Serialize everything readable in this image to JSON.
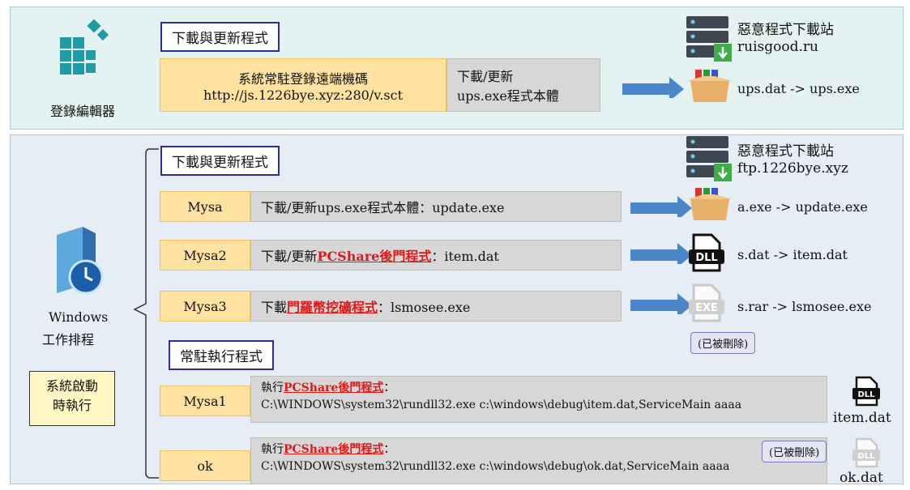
{
  "top": {
    "section_title": "下載與更新程式",
    "registry_label": "登錄編輯器",
    "resident_line1": "系統常駐登錄遠端機碼",
    "resident_line2": "http://js.1226bye.xyz:280/v.sct",
    "download_line1": "下載/更新",
    "download_line2": "ups.exe程式本體",
    "site_label": "惡意程式下載站",
    "site_domain": "ruisgood.ru",
    "file_result": "ups.dat -> ups.exe"
  },
  "bottom": {
    "section_title": "下載與更新程式",
    "site_label": "惡意程式下載站",
    "site_domain": "ftp.1226bye.xyz",
    "windows_label1": "Windows",
    "windows_label2": "工作排程",
    "startup_line1": "系統啟動",
    "startup_line2": "時執行",
    "tasks": [
      {
        "name": "Mysa",
        "pre": "下載/更新ups.exe程式本體：update.exe",
        "red": "",
        "post": "",
        "result": "a.exe -> update.exe"
      },
      {
        "name": "Mysa2",
        "pre": "下載/更新",
        "red": "PCShare後門程式",
        "post": "：item.dat",
        "result": "s.dat -> item.dat"
      },
      {
        "name": "Mysa3",
        "pre": "下載",
        "red": "門羅幣挖礦程式",
        "post": "：lsmosee.exe",
        "result": "s.rar  -> lsmosee.exe"
      }
    ],
    "deleted_label": "(已被刪除)",
    "resident_title": "常駐執行程式",
    "resident_tasks": [
      {
        "name": "Mysa1",
        "exec_prefix": "執行",
        "red": "PCShare後門程式",
        "colon": "：",
        "cmd": "C:\\WINDOWS\\system32\\rundll32.exe c:\\windows\\debug\\item.dat,ServiceMain aaaa",
        "file": "item.dat"
      },
      {
        "name": "ok",
        "exec_prefix": "執行",
        "red": "PCShare後門程式",
        "colon": "：",
        "cmd": "C:\\WINDOWS\\system32\\rundll32.exe c:\\windows\\debug\\ok.dat,ServiceMain aaaa",
        "file": "ok.dat"
      }
    ],
    "deleted_label2": "(已被刪除)"
  },
  "icons": {
    "dll_text": "DLL",
    "exe_text": "EXE"
  },
  "colors": {
    "title_border": "#2a2d9c",
    "arrow": "#4a86c8",
    "highlight_red": "#e01818",
    "orange_box": "#ffe1a0"
  }
}
